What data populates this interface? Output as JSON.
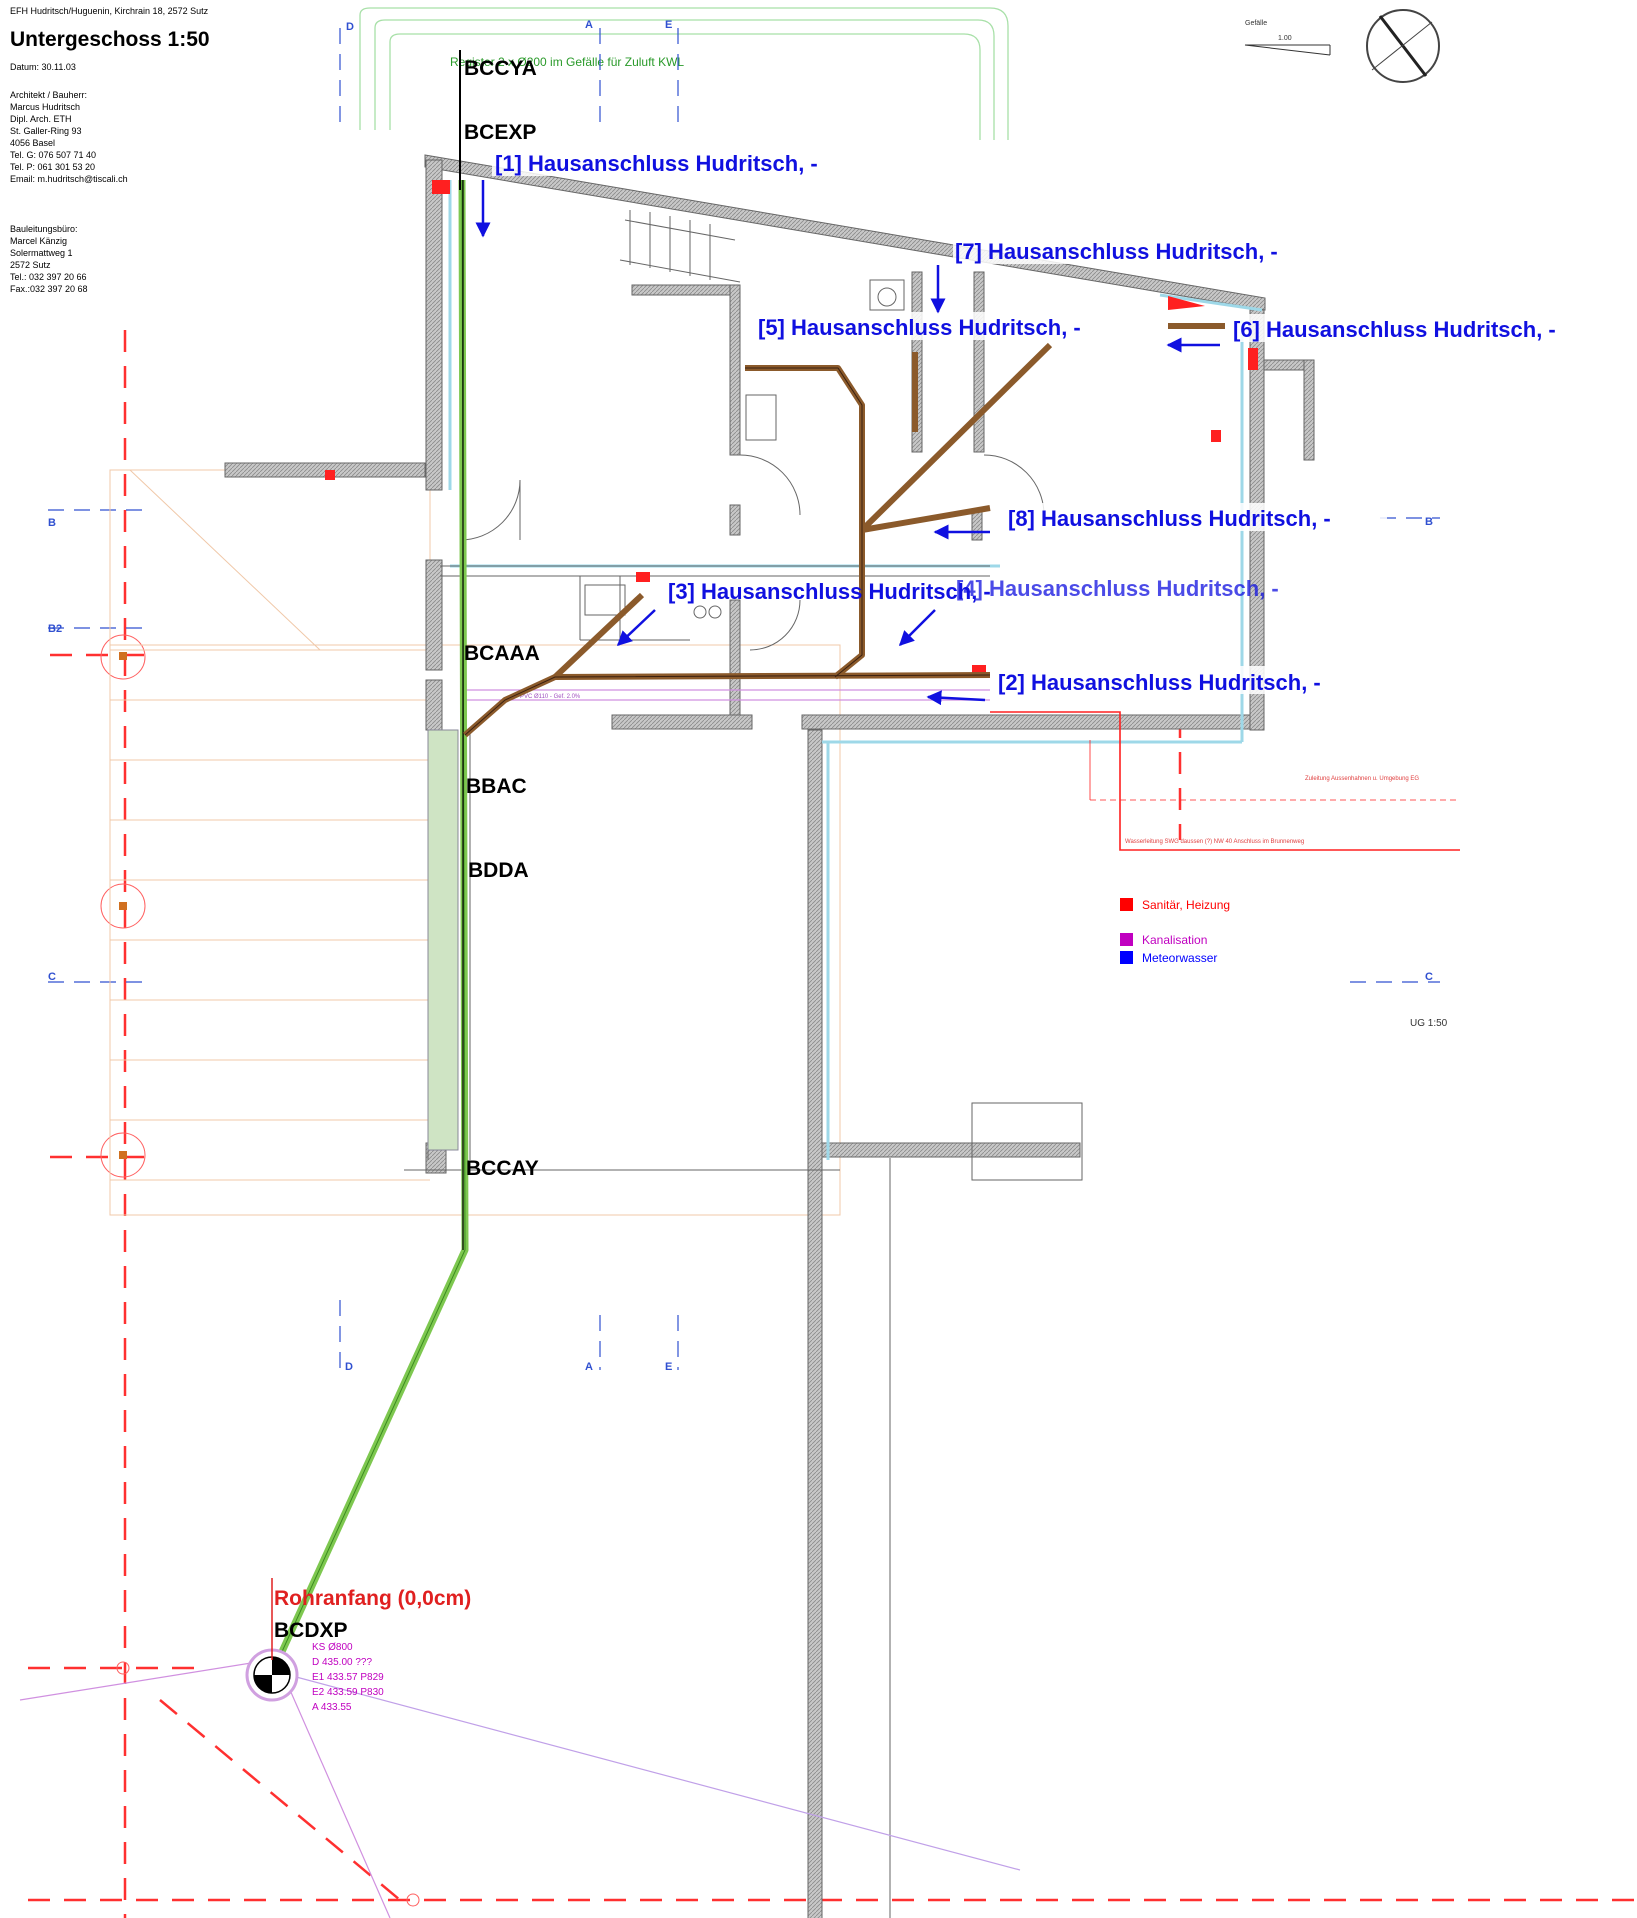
{
  "header": {
    "project_line": "EFH Hudritsch/Huguenin, Kirchrain 18, 2572 Sutz",
    "title": "Untergeschoss 1:50",
    "date": "Datum: 30.11.03",
    "architect_block": [
      "Architekt / Bauherr:",
      "Marcus Hudritsch",
      "Dipl. Arch. ETH",
      "St. Galler-Ring 93",
      "4056 Basel",
      "Tel. G: 076 507 71 40",
      "Tel. P: 061 301 53 20",
      "Email: m.hudritsch@tiscali.ch"
    ],
    "office_block": [
      "Bauleitungsbüro:",
      "Marcel Känzig",
      "Solermattweg 1",
      "2572 Sutz",
      "Tel.: 032 397 20 66",
      "Fax.:032 397 20 68"
    ]
  },
  "top_note": "Register 2 x Ø200 im Gefälle für Zuluft KWL",
  "scale_box": {
    "label": "Gefälle",
    "value": "1.00"
  },
  "stations": {
    "bccya": "BCCYA",
    "bcexp": "BCEXP",
    "bcaaa": "BCAAA",
    "bbac": "BBAC",
    "bdda": "BDDA",
    "bccay": "BCCAY",
    "bcdxp": "BCDXP"
  },
  "pipe_start": "Rohranfang (0,0cm)",
  "connections": [
    "[1] Hausanschluss Hudritsch, -",
    "[7] Hausanschluss Hudritsch, -",
    "[5] Hausanschluss Hudritsch, -",
    "[6] Hausanschluss Hudritsch, -",
    "[8] Hausanschluss Hudritsch, -",
    "[3] Hausanschluss Hudritsch, -",
    "[4] Hausanschluss Hudritsch, -",
    "[2] Hausanschluss Hudritsch, -"
  ],
  "axis_labels": {
    "d": "D",
    "a": "A",
    "e": "E",
    "b": "B",
    "b2": "B2",
    "c": "C"
  },
  "legend": [
    {
      "label": "Sanitär, Heizung",
      "color": "#ff0000"
    },
    {
      "label": "Kanalisation",
      "color": "#c000c0"
    },
    {
      "label": "Meteorwasser",
      "color": "#0000ff"
    }
  ],
  "small_notes": {
    "ug": "UG 1:50",
    "pipe_spec": "PVC Ø110 - Gef. 2.0%",
    "outdoor_line": "Zuleitung Aussenhahnen u. Umgebung EG",
    "water_line": "Wasserleitung SWG daussen (?) NW 40 Anschluss im Brunnenweg",
    "shaft_lines": [
      "KS Ø800",
      "D 435.00 ???",
      "E1 433.57 P829",
      "E2 433.59 P830",
      "A 433.55"
    ]
  },
  "colors": {
    "wall": "#a9a9a9",
    "main_pipe": "#7ec850",
    "branch_pipe": "#8b5a2b",
    "label_blue": "#1010e0",
    "axis_red": "#ff3030",
    "kanal": "#c000c0"
  }
}
